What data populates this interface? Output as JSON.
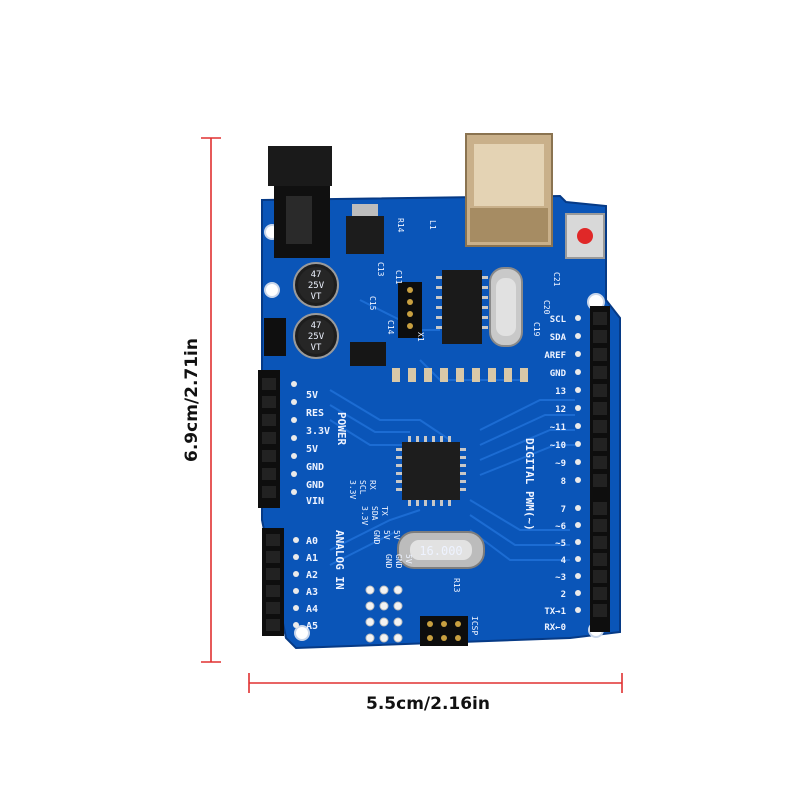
{
  "dimensions": {
    "height_label": "6.9cm/2.71in",
    "width_label": "5.5cm/2.16in",
    "line_color": "#e03030"
  },
  "board": {
    "pcb_color": "#0a55b8",
    "capacitors": [
      {
        "line1": "47",
        "line2": "25V",
        "line3": "VT"
      },
      {
        "line1": "47",
        "line2": "25V",
        "line3": "VT"
      }
    ],
    "crystal_label": "16.000",
    "power_header": {
      "title": "POWER",
      "pins": [
        "5V",
        "RES",
        "3.3V",
        "5V",
        "GND",
        "GND",
        "VIN"
      ]
    },
    "analog_header": {
      "title": "ANALOG IN",
      "pins": [
        "A0",
        "A1",
        "A2",
        "A3",
        "A4",
        "A5"
      ]
    },
    "digital_header": {
      "title": "DIGITAL PWM(~)",
      "upper_pins": [
        "SCL",
        "SDA",
        "AREF",
        "GND",
        "13",
        "12",
        "~11",
        "~10",
        "~9",
        "8"
      ],
      "lower_pins": [
        "7",
        "~6",
        "~5",
        "4",
        "~3",
        "2",
        "TX→1",
        "RX←0"
      ]
    },
    "i2c_labels": {
      "row1": [
        "RX",
        "TX",
        "5V",
        "5V"
      ],
      "row2": [
        "SCL",
        "SDA",
        "5V",
        "GND"
      ],
      "row3": [
        "3.3V",
        "3.3V",
        "GND",
        "GND"
      ]
    },
    "misc_labels": [
      "C13",
      "C11",
      "C15",
      "C14",
      "R14",
      "L1",
      "R13",
      "ICSP",
      "C21",
      "C20",
      "C19",
      "X1"
    ]
  }
}
